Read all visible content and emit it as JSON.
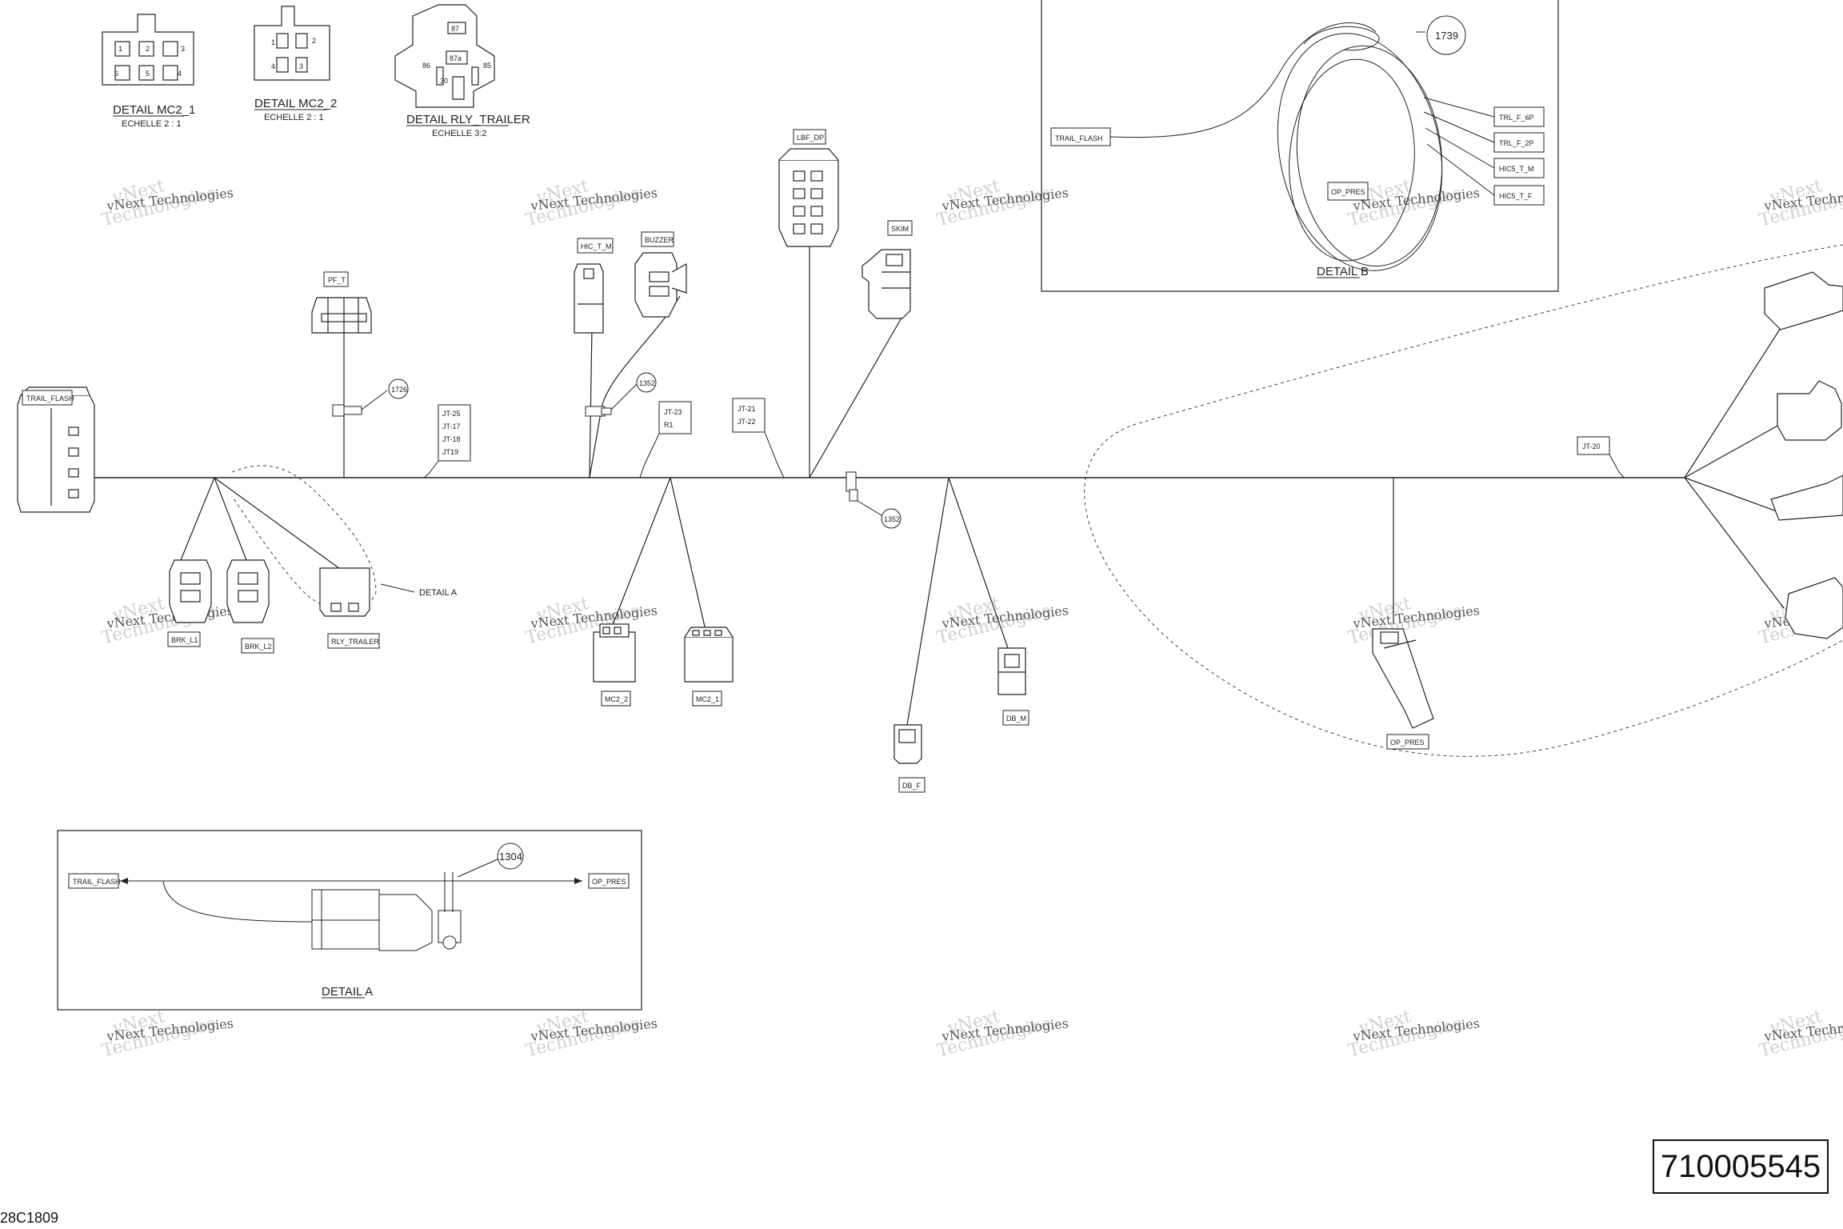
{
  "details": {
    "mc2_1": {
      "title": "DETAIL MC2_1",
      "scale": "ECHELLE 2 : 1"
    },
    "mc2_2": {
      "title": "DETAIL MC2_2",
      "scale": "ECHELLE 2 : 1"
    },
    "rly_trailer": {
      "title": "DETAIL RLY_TRAILER",
      "scale": "ECHELLE  3:2",
      "pins": [
        "87",
        "87a",
        "86",
        "85",
        "30"
      ]
    },
    "detail_a": {
      "title": "DETAIL A",
      "from": "TRAIL_FLASH",
      "to": "OP_PRES",
      "callout": "1304"
    },
    "detail_b": {
      "title": "DETAIL B",
      "source": "TRAIL_FLASH",
      "mid": "OP_PRES",
      "callout": "1739",
      "targets": [
        "TRL_F_6P",
        "TRL_F_2P",
        "HIC5_T_M",
        "HIC5_T_F"
      ]
    }
  },
  "pins": {
    "mc2_1": [
      "1",
      "2",
      "3",
      "6",
      "5",
      "4"
    ],
    "mc2_2": [
      "1",
      "2",
      "4",
      "3"
    ]
  },
  "connectors": {
    "trail_flash": "TRAIL_FLASH",
    "pf_t": "PF_T",
    "hic_t_m": "HIC_T_M",
    "buzzer": "BUZZER",
    "lbf_dp": "LBF_DP",
    "skim": "SKIM",
    "brk_l1": "BRK_L1",
    "brk_l2": "BRK_L2",
    "rly_trailer": "RLY_TRAILER",
    "mc2_2": "MC2_2",
    "mc2_1": "MC2_1",
    "db_f": "DB_F",
    "db_m": "DB_M",
    "op_pres": "OP_PRES"
  },
  "junctions": {
    "jt_group": [
      "JT-25",
      "JT-17",
      "JT-18",
      "JT19"
    ],
    "jt23": [
      "JT-23",
      "R1"
    ],
    "jt21": [
      "JT-21",
      "JT-22"
    ],
    "jt20": "JT-20"
  },
  "callouts": {
    "c1726": "1726",
    "c1352a": "1352",
    "c1352b": "1352"
  },
  "annotations": {
    "detail_a_pointer": "DETAIL A"
  },
  "watermark": {
    "line1": "vNext Technologies",
    "line2": "vNext",
    "line3": "Technologies"
  },
  "part_number": "710005545",
  "drawing_code": "28C1809",
  "colors": {
    "line": "#222222",
    "watermark": "#d0d0d0",
    "background": "#ffffff"
  }
}
